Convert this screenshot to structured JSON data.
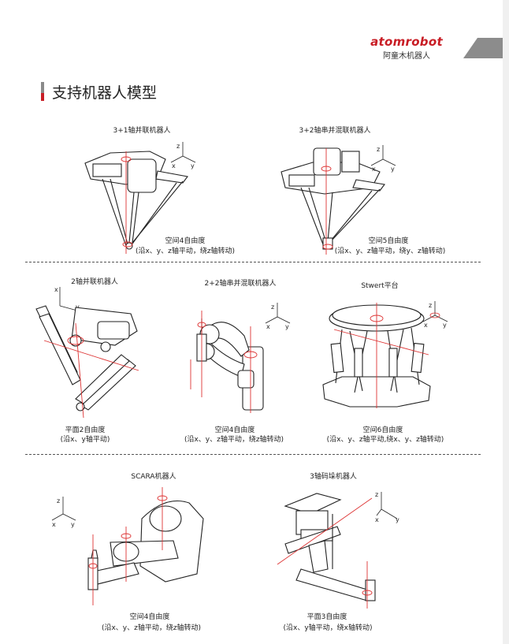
{
  "brand": {
    "logo": "atomrobot",
    "name_cn": "阿童木机器人",
    "accent": "#c81d25"
  },
  "page_title": "支持机器人模型",
  "robots": [
    {
      "name": "3+1轴并联机器人",
      "dof": "空间4自由度",
      "motion": "(沿x、y、z轴平动，绕z轴转动)",
      "icon": "delta-parallel-robot-3plus1"
    },
    {
      "name": "3+2轴串并混联机器人",
      "dof": "空间5自由度",
      "motion": "(沿x、y、z轴平动，绕y、z轴转动)",
      "icon": "delta-hybrid-robot-3plus2"
    },
    {
      "name": "2轴并联机器人",
      "dof": "平面2自由度",
      "motion": "(沿x、y轴平动)",
      "icon": "planar-parallel-robot-2axis"
    },
    {
      "name": "2+2轴串并混联机器人",
      "dof": "空间4自由度",
      "motion": "(沿x、y、z轴平动，绕z轴转动)",
      "icon": "hybrid-robot-2plus2"
    },
    {
      "name": "Stwert平台",
      "dof": "空间6自由度",
      "motion": "(沿x、y、z轴平动,绕x、y、z轴转动)",
      "icon": "stewart-platform"
    },
    {
      "name": "SCARA机器人",
      "dof": "空间4自由度",
      "motion": "(沿x、y、z轴平动，绕z轴转动)",
      "icon": "scara-robot"
    },
    {
      "name": "3轴码垛机器人",
      "dof": "平面3自由度",
      "motion": "(沿x、y轴平动，绕x轴转动)",
      "icon": "palletizing-robot-3axis"
    }
  ],
  "axes": {
    "x": "x",
    "y": "y",
    "z": "z"
  }
}
